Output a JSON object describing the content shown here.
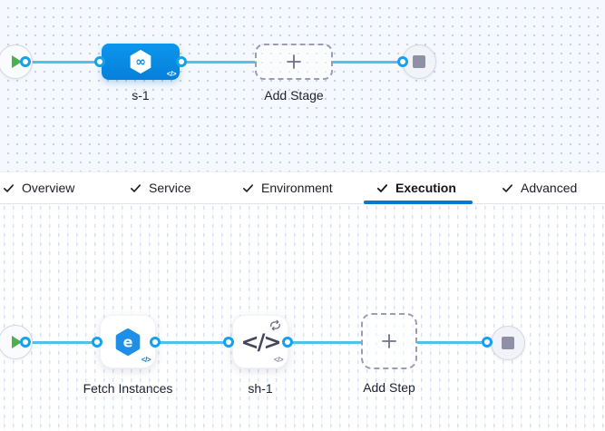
{
  "stage_pipeline": {
    "stage": {
      "label": "s-1"
    },
    "add_stage": {
      "label": "Add Stage"
    }
  },
  "tabs": [
    {
      "label": "Overview",
      "completed": true,
      "active": false
    },
    {
      "label": "Service",
      "completed": true,
      "active": false
    },
    {
      "label": "Environment",
      "completed": true,
      "active": false
    },
    {
      "label": "Execution",
      "completed": true,
      "active": true
    },
    {
      "label": "Advanced",
      "completed": true,
      "active": false
    }
  ],
  "execution_pipeline": {
    "steps": [
      {
        "label": "Fetch Instances"
      },
      {
        "label": "sh-1",
        "looping": true
      }
    ],
    "add_step": {
      "label": "Add Step"
    }
  },
  "icons": {
    "code_badge": "</>",
    "shell_glyph": "</>",
    "infinity": "∞",
    "fetch_letter": "e"
  },
  "colors": {
    "accent_blue": "#0278D5",
    "connector_blue": "#54C0EA",
    "port_blue": "#16A0F0",
    "stage_blue": "#0A8CE4",
    "play_green": "#4CAF50",
    "end_square_gray": "#8F90A6"
  }
}
